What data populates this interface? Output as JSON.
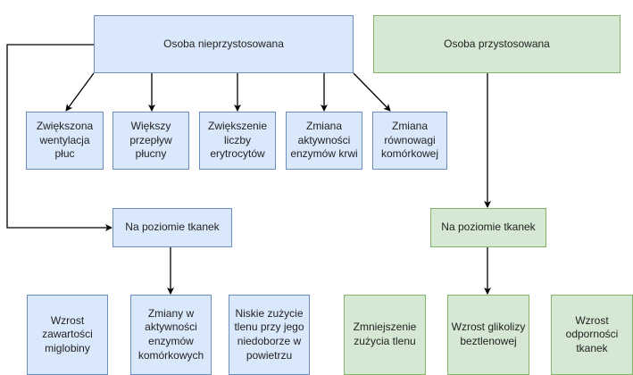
{
  "colors": {
    "blue_fill": "#dae8fc",
    "blue_stroke": "#6c8ebf",
    "green_fill": "#d5e8d4",
    "green_stroke": "#82b366"
  },
  "unadapted": {
    "title": "Osoba nieprzystosowana",
    "effects": [
      "Zwiększona\nwentylacja\npłuc",
      "Większy\nprzepływ\npłucny",
      "Zwiększenie\nliczby\nerytrocytów",
      "Zmiana\naktywności\nenzymów krwi",
      "Zmiana\nrównowagi\nkomórkowej"
    ],
    "tissue_label": "Na poziomie tkanek",
    "tissue_effects": [
      "Wzrost\nzawartości\nmiglobiny",
      "Zmiany w\naktywności\nenzymów\nkomórkowych",
      "Niskie zużycie\ntlenu przy jego\nniedoborze w\npowietrzu"
    ]
  },
  "adapted": {
    "title": "Osoba przystosowana",
    "tissue_label": "Na poziomie tkanek",
    "tissue_effects": [
      "Zmniejszenie\nzużycia tlenu",
      "Wzrost glikolizy\nbeztlenowej",
      "Wzrost\nodporności\ntkanek"
    ]
  }
}
